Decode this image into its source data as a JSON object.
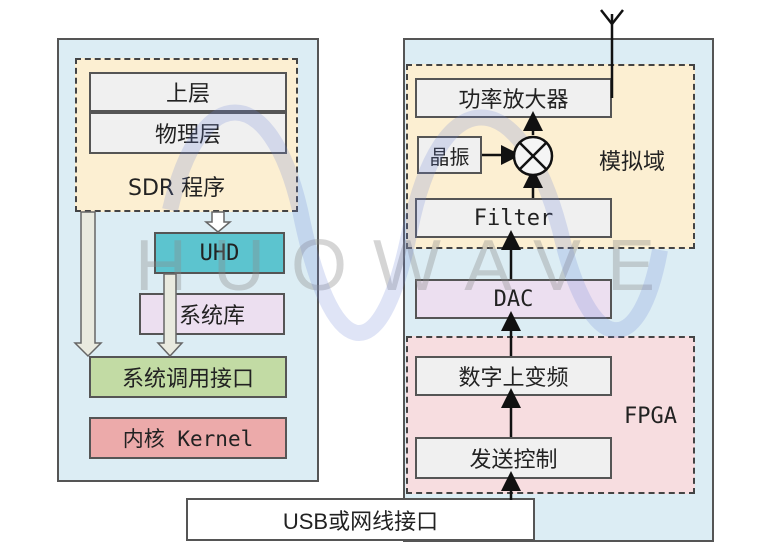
{
  "left": {
    "upper_layer": "上层",
    "physical_layer": "物理层",
    "sdr_program": "SDR 程序",
    "uhd": "UHD",
    "system_lib": "系统库",
    "syscall_interface": "系统调用接口",
    "kernel": "内核 Kernel"
  },
  "right": {
    "power_amp": "功率放大器",
    "crystal": "晶振",
    "analog_domain": "模拟域",
    "filter": "Filter",
    "dac": "DAC",
    "digital_upconvert": "数字上变频",
    "fpga": "FPGA",
    "tx_control": "发送控制"
  },
  "bottom_interface": "USB或网线接口",
  "watermark": "HUOWAVE",
  "colors": {
    "panel_bg": "#dcedf4",
    "yellow_region": "#fcefd2",
    "pink_region": "#f7dde0",
    "uhd_teal": "#5cc4cf",
    "syscall_green": "#c2dba4",
    "kernel_pink": "#ecaaaa",
    "system_lib_lavender": "#ecdff0",
    "box_gray": "#f0f0f0"
  }
}
